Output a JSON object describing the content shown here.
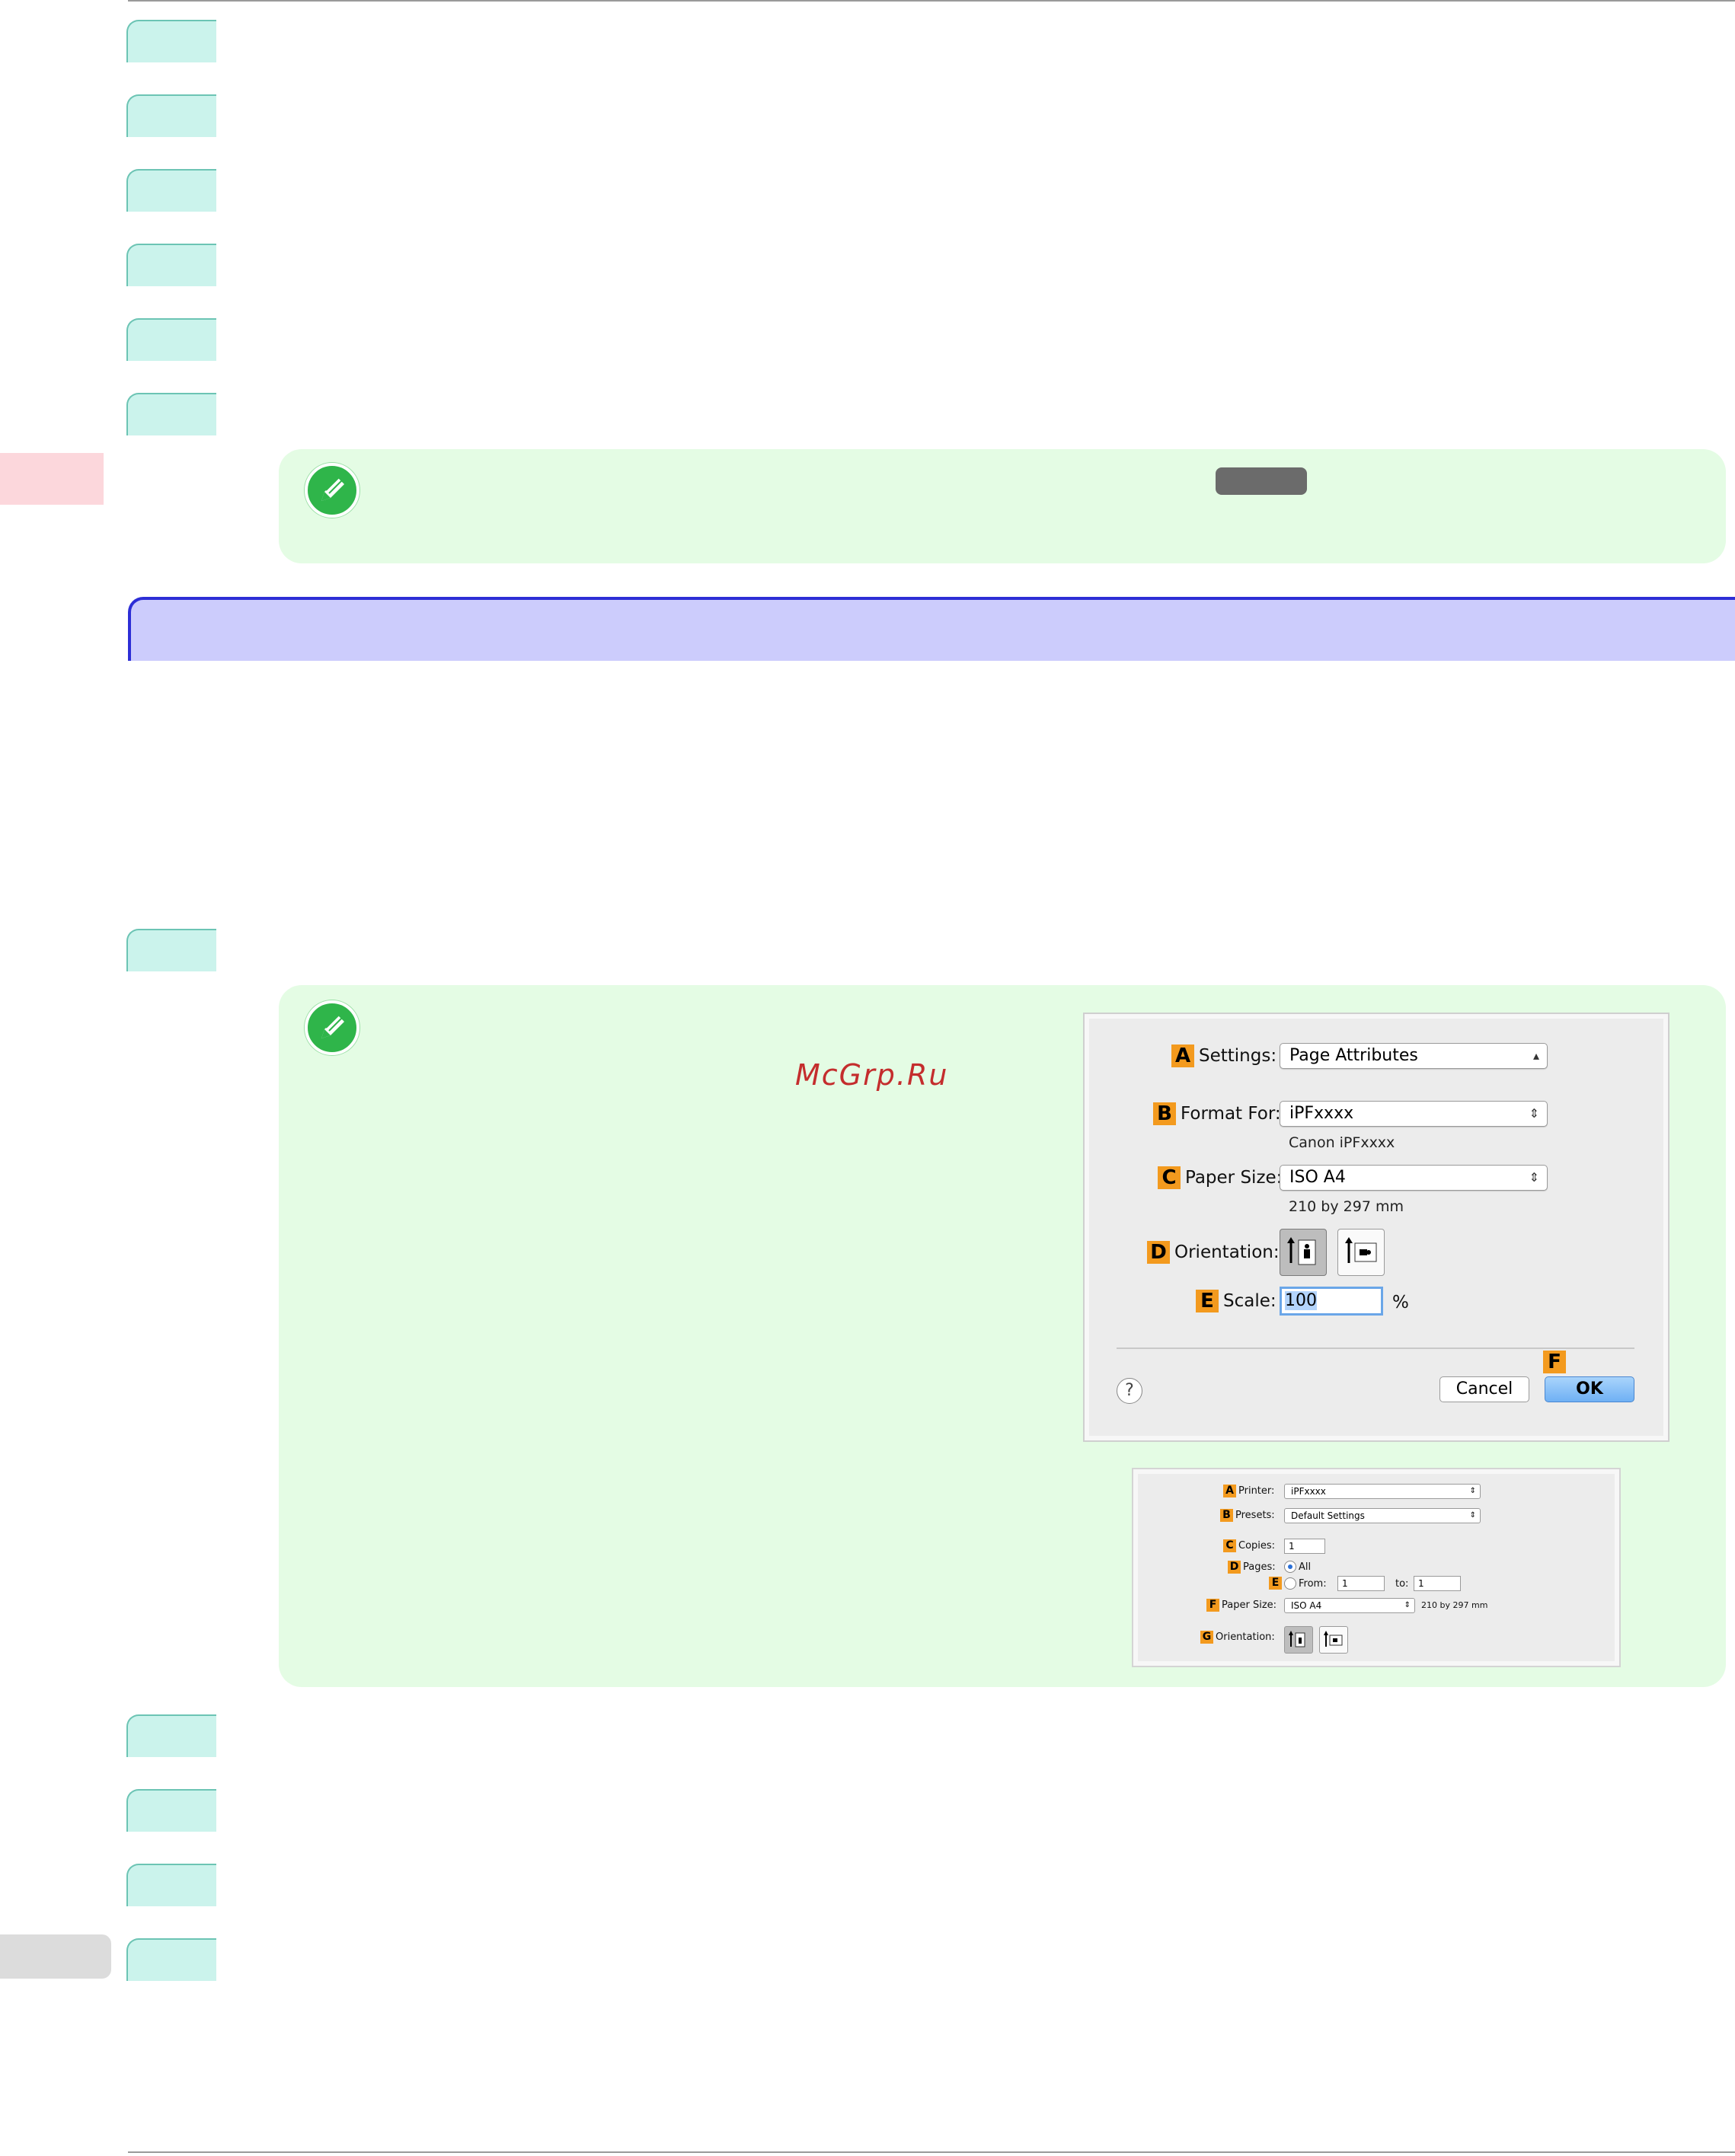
{
  "page_watermark": "McGrp.Ru",
  "page_setup_dialog": {
    "settings": {
      "letter": "A",
      "label": "Settings:",
      "value": "Page Attributes"
    },
    "format_for": {
      "letter": "B",
      "label": "Format For:",
      "value": "iPFxxxx",
      "sub": "Canon iPFxxxx"
    },
    "paper_size": {
      "letter": "C",
      "label": "Paper Size:",
      "value": "ISO A4",
      "sub": "210 by 297 mm"
    },
    "orientation": {
      "letter": "D",
      "label": "Orientation:"
    },
    "scale": {
      "letter": "E",
      "label": "Scale:",
      "value": "100",
      "unit": "%"
    },
    "ok_letter": "F",
    "help_label": "?",
    "cancel_label": "Cancel",
    "ok_label": "OK"
  },
  "print_dialog": {
    "printer": {
      "letter": "A",
      "label": "Printer:",
      "value": "iPFxxxx"
    },
    "presets": {
      "letter": "B",
      "label": "Presets:",
      "value": "Default Settings"
    },
    "copies": {
      "letter": "C",
      "label": "Copies:",
      "value": "1"
    },
    "pages": {
      "letter": "D",
      "label": "Pages:",
      "all_label": "All"
    },
    "from": {
      "letter": "E",
      "label": "From:",
      "from_value": "1",
      "to_label": "to:",
      "to_value": "1"
    },
    "paper_size": {
      "letter": "F",
      "label": "Paper Size:",
      "value": "ISO A4",
      "sub": "210 by 297 mm"
    },
    "orientation": {
      "letter": "G",
      "label": "Orientation:"
    }
  },
  "colors": {
    "step_tab": "#cbf3ec",
    "note_bg": "#e4fce4",
    "section_bar": "#ccccfc",
    "section_border": "#2d2ed6",
    "label_orange": "#f39a1e"
  }
}
